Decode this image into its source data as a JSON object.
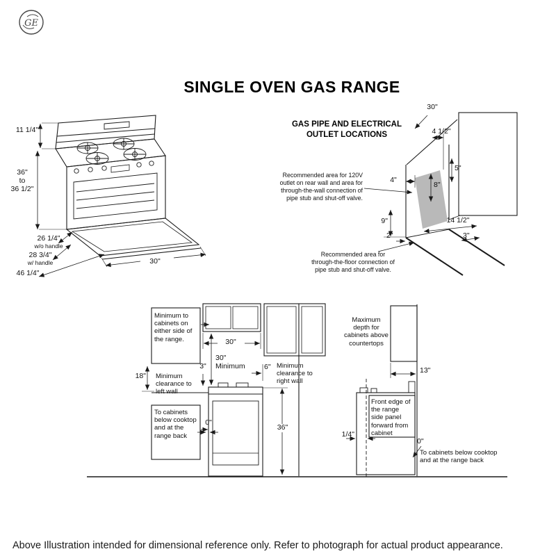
{
  "logo": "GE",
  "title": "SINGLE OVEN GAS RANGE",
  "footer": "Above Illustration intended for dimensional reference only. Refer to photograph for actual product appearance.",
  "range": {
    "backsplash_height": "11 1/4\"",
    "height": "36\"\nto\n36 1/2\"",
    "depth_no_handle": "26 1/4\"",
    "depth_no_handle_note": "w/o handle",
    "depth_handle": "28 3/4\"",
    "depth_handle_note": "w/ handle",
    "depth_door_open": "46 1/4\"",
    "width": "30\""
  },
  "gas": {
    "heading": "GAS PIPE AND ELECTRICAL\nOUTLET LOCATIONS",
    "note_wall": "Recommended area for 120V outlet on rear wall and area for through-the-wall connection of pipe stub and shut-off valve.",
    "note_floor": "Recommended area for through-the-floor connection of pipe stub and shut-off valve.",
    "d30": "30\"",
    "d4h": "4 1/2\"",
    "d4": "4\"",
    "d8": "8\"",
    "d5": "5\"",
    "d9": "9\"",
    "d2": "2\"",
    "d14h": "14 1/2\"",
    "d3": "3\"",
    "shade_color": "#b9b9b9"
  },
  "clear": {
    "box_side": "Minimum to cabinets on either side of the range.",
    "d18": "18\"",
    "left_wall": "Minimum clearance to left wall",
    "d3": "3\"",
    "d30_width": "30\"",
    "d30_min": "30\"\nMinimum",
    "d6": "6\"",
    "right_wall": "Minimum clearance to right wall",
    "box_below": "To cabinets below cooktop and at the range back",
    "d0_left": "0\"",
    "d36": "36\"",
    "max_depth": "Maximum depth for cabinets above countertops",
    "d13": "13\"",
    "dquarter": "1/4\"",
    "box_front_edge": "Front edge of the range side panel forward from cabinet",
    "d0_right": "0\"",
    "below_right": "To cabinets below cooktop and at the range back"
  }
}
